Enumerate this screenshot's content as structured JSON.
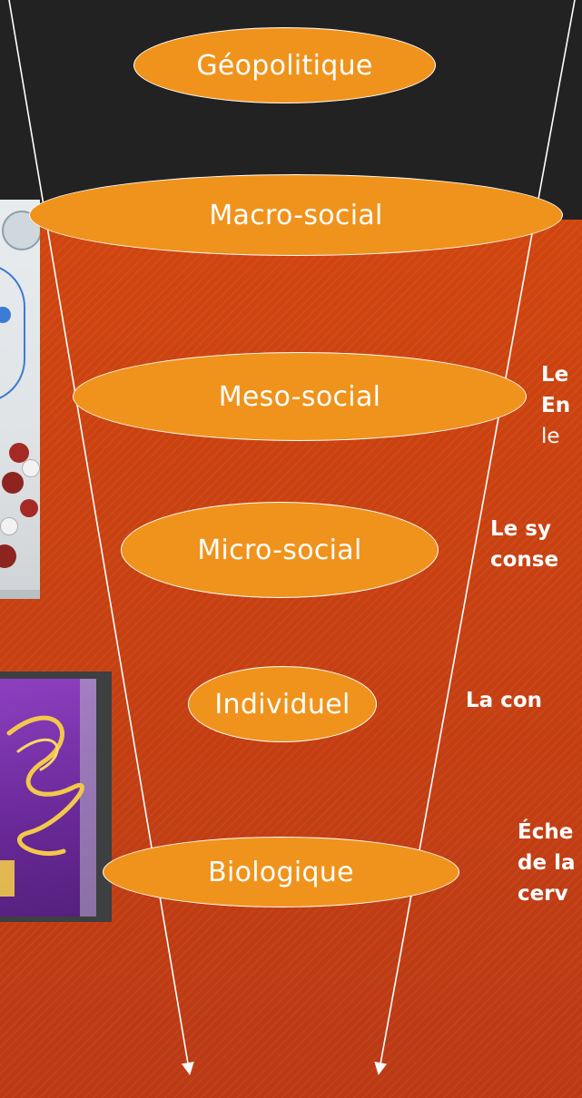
{
  "levels": [
    {
      "label": "Géopolitique"
    },
    {
      "label": "Macro-social"
    },
    {
      "label": "Meso-social"
    },
    {
      "label": "Micro-social"
    },
    {
      "label": "Individuel"
    },
    {
      "label": "Biologique"
    }
  ],
  "side_texts": {
    "meso": {
      "line1": "Le",
      "line2": "En",
      "line3": "le"
    },
    "micro": {
      "line1": "Le sy",
      "line2": "conse"
    },
    "individuel": {
      "line1": "La con"
    },
    "biologique": {
      "line1": "Éche",
      "line2": "de la",
      "line3": "cerv"
    }
  },
  "colors": {
    "background": "#c84212",
    "top_band": "#222222",
    "ellipse_fill": "#f0931c",
    "line": "#ffffff"
  }
}
